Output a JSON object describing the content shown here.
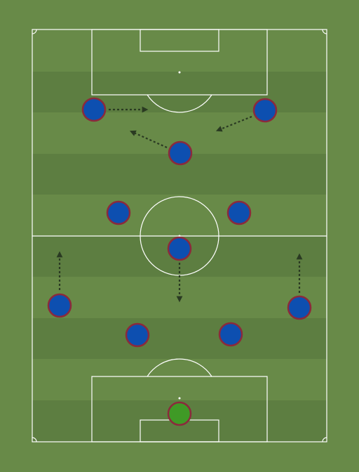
{
  "colors": {
    "grass_light": "#688a48",
    "grass_dark": "#5d7e41",
    "lines": "#ffffff",
    "player_fill": "#0d4fb0",
    "player_border": "#8b2a3c",
    "keeper_fill": "#3f9a26",
    "arrow": "#2a3a22"
  },
  "icons": {
    "player": "circle-player-token",
    "arrow": "dashed-arrow"
  },
  "players": [
    {
      "id": "gk",
      "role": "goalkeeper"
    },
    {
      "id": "lcb",
      "role": "outfield"
    },
    {
      "id": "rcb",
      "role": "outfield"
    },
    {
      "id": "lb",
      "role": "outfield"
    },
    {
      "id": "rb",
      "role": "outfield"
    },
    {
      "id": "dm",
      "role": "outfield"
    },
    {
      "id": "lcm",
      "role": "outfield"
    },
    {
      "id": "rcm",
      "role": "outfield"
    },
    {
      "id": "am",
      "role": "outfield"
    },
    {
      "id": "lw",
      "role": "outfield"
    },
    {
      "id": "rw",
      "role": "outfield"
    }
  ],
  "arrows": [
    {
      "from": "lb",
      "direction": "up"
    },
    {
      "from": "rb",
      "direction": "up"
    },
    {
      "from": "dm",
      "direction": "down"
    },
    {
      "from": "am",
      "direction": "up-left"
    },
    {
      "from": "lw",
      "direction": "right"
    },
    {
      "from": "rw",
      "direction": "down-left"
    }
  ]
}
